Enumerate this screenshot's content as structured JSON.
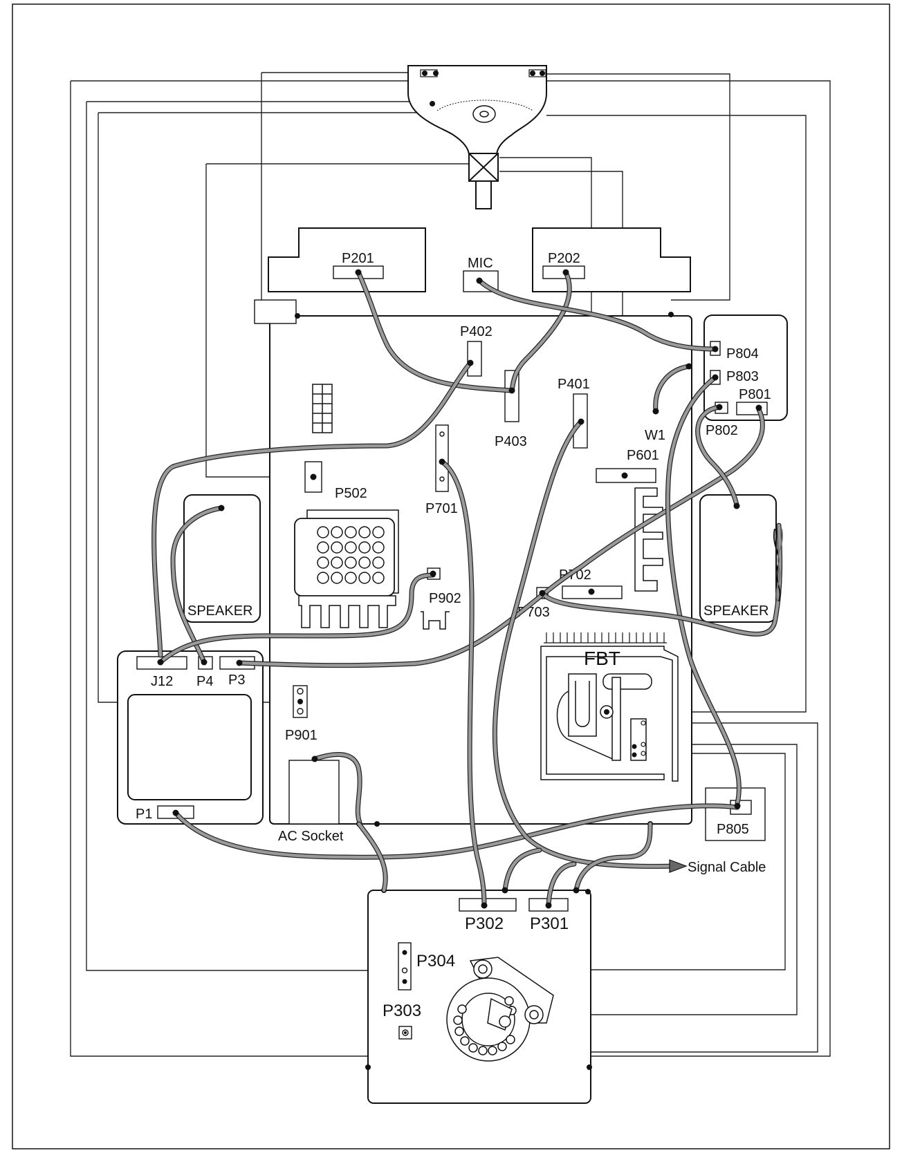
{
  "labels": {
    "p201": "P201",
    "p202": "P202",
    "mic": "MIC",
    "p402": "P402",
    "p401": "P401",
    "p403": "P403",
    "p804": "P804",
    "p803": "P803",
    "p801": "P801",
    "p802": "P802",
    "w1": "W1",
    "p601": "P601",
    "p502": "P502",
    "p701": "P701",
    "p902": "P902",
    "p702": "P702",
    "p703": "P703",
    "speaker_left": "SPEAKER",
    "speaker_right": "SPEAKER",
    "j12": "J12",
    "p4": "P4",
    "p3": "P3",
    "p901": "P901",
    "fbt": "FBT",
    "p1": "P1",
    "ac_socket": "AC Socket",
    "p805": "P805",
    "signal_cable": "Signal Cable",
    "p302": "P302",
    "p301": "P301",
    "p304": "P304",
    "p303": "P303"
  },
  "colors": {
    "line": "#111111",
    "harness_fill": "#9a9a9a",
    "background": "#ffffff"
  }
}
